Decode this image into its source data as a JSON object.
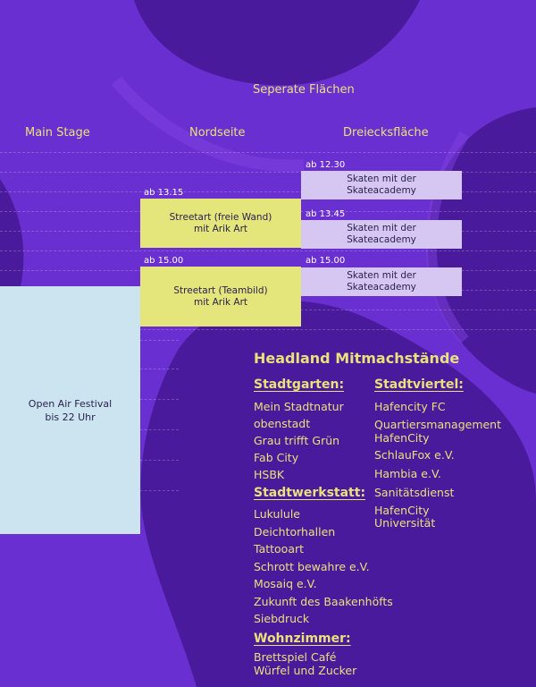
{
  "header": {
    "section_label": "Seperate Flächen",
    "columns": [
      "Main Stage",
      "Nordseite",
      "Dreiecksfläche"
    ]
  },
  "schedule": {
    "main_stage": {
      "text": [
        "Open Air Festival",
        "bis 22 Uhr"
      ]
    },
    "nordseite": [
      {
        "time": "ab 13.15",
        "text": [
          "Streetart (freie Wand)",
          "mit Arik Art"
        ]
      },
      {
        "time": "ab 15.00",
        "text": [
          "Streetart (Teambild)",
          "mit Arik Art"
        ]
      }
    ],
    "dreiecksflaeche": [
      {
        "time": "ab 12.30",
        "text": [
          "Skaten mit der",
          "Skateacademy"
        ]
      },
      {
        "time": "ab 13.45",
        "text": [
          "Skaten mit der",
          "Skateacademy"
        ]
      },
      {
        "time": "ab 15.00",
        "text": [
          "Skaten mit der",
          "Skateacademy"
        ]
      }
    ]
  },
  "mitmach": {
    "title": "Headland Mitmachstände",
    "stadtgarten": {
      "title": "Stadtgarten:",
      "items": [
        "Mein Stadtnatur",
        "obenstadt",
        "Grau trifft Grün",
        "Fab City",
        "HSBK"
      ]
    },
    "stadtwerkstatt": {
      "title": "Stadtwerkstatt:",
      "items": [
        "Lukulule",
        "Deichtorhallen",
        "Tattooart",
        "Schrott bewahre e.V.",
        "Mosaiq e.V.",
        "Zukunft des Baakenhöfts",
        "Siebdruck"
      ]
    },
    "wohnzimmer": {
      "title": "Wohnzimmer:",
      "items": [
        "Brettspiel Café",
        "Würfel und Zucker"
      ]
    },
    "stadtviertel": {
      "title": "Stadtviertel:",
      "items": [
        "Hafencity FC",
        "Quartiersmanagement",
        "HafenCity",
        "SchlauFox e.V.",
        "Hambia e.V.",
        "Sanitätsdienst",
        "HafenCity",
        "Universität"
      ]
    }
  },
  "colors": {
    "background": "#6a2fd0",
    "blob": "#4a1a9c",
    "accent_text": "#e8e27a",
    "yellow_block": "#e4e57a",
    "lilac_block": "#d6c6f2",
    "lightblue_block": "#cbe4ef"
  }
}
